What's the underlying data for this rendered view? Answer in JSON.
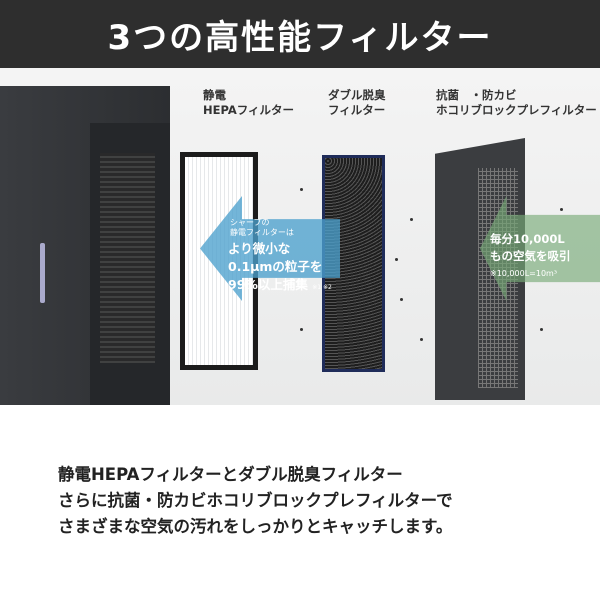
{
  "title": "3つの高性能フィルター",
  "labels": {
    "hepa": [
      "静電",
      "HEPAフィルター"
    ],
    "deodorizing": [
      "ダブル脱臭",
      "フィルター"
    ],
    "prefilter": [
      "抗菌　・防カビ",
      "ホコリブロックプレフィルター"
    ]
  },
  "blue_arrow": {
    "line1": "シャープの",
    "line2": "静電フィルターは",
    "line3": "より微小な",
    "line4": "0.1µmの粒子を",
    "line5": "99%以上捕集",
    "note": "※1 ※2",
    "color": "#4ba0cd"
  },
  "green_arrow": {
    "line1": "毎分10,000L",
    "line2": "もの空気を吸引",
    "note": "※10,000L=10m³",
    "color": "#78aa78"
  },
  "description": [
    "静電HEPAフィルターとダブル脱臭フィルター",
    "さらに抗菌・防カビホコリブロックプレフィルターで",
    "さまざまな空気の汚れをしっかりとキャッチします。"
  ]
}
